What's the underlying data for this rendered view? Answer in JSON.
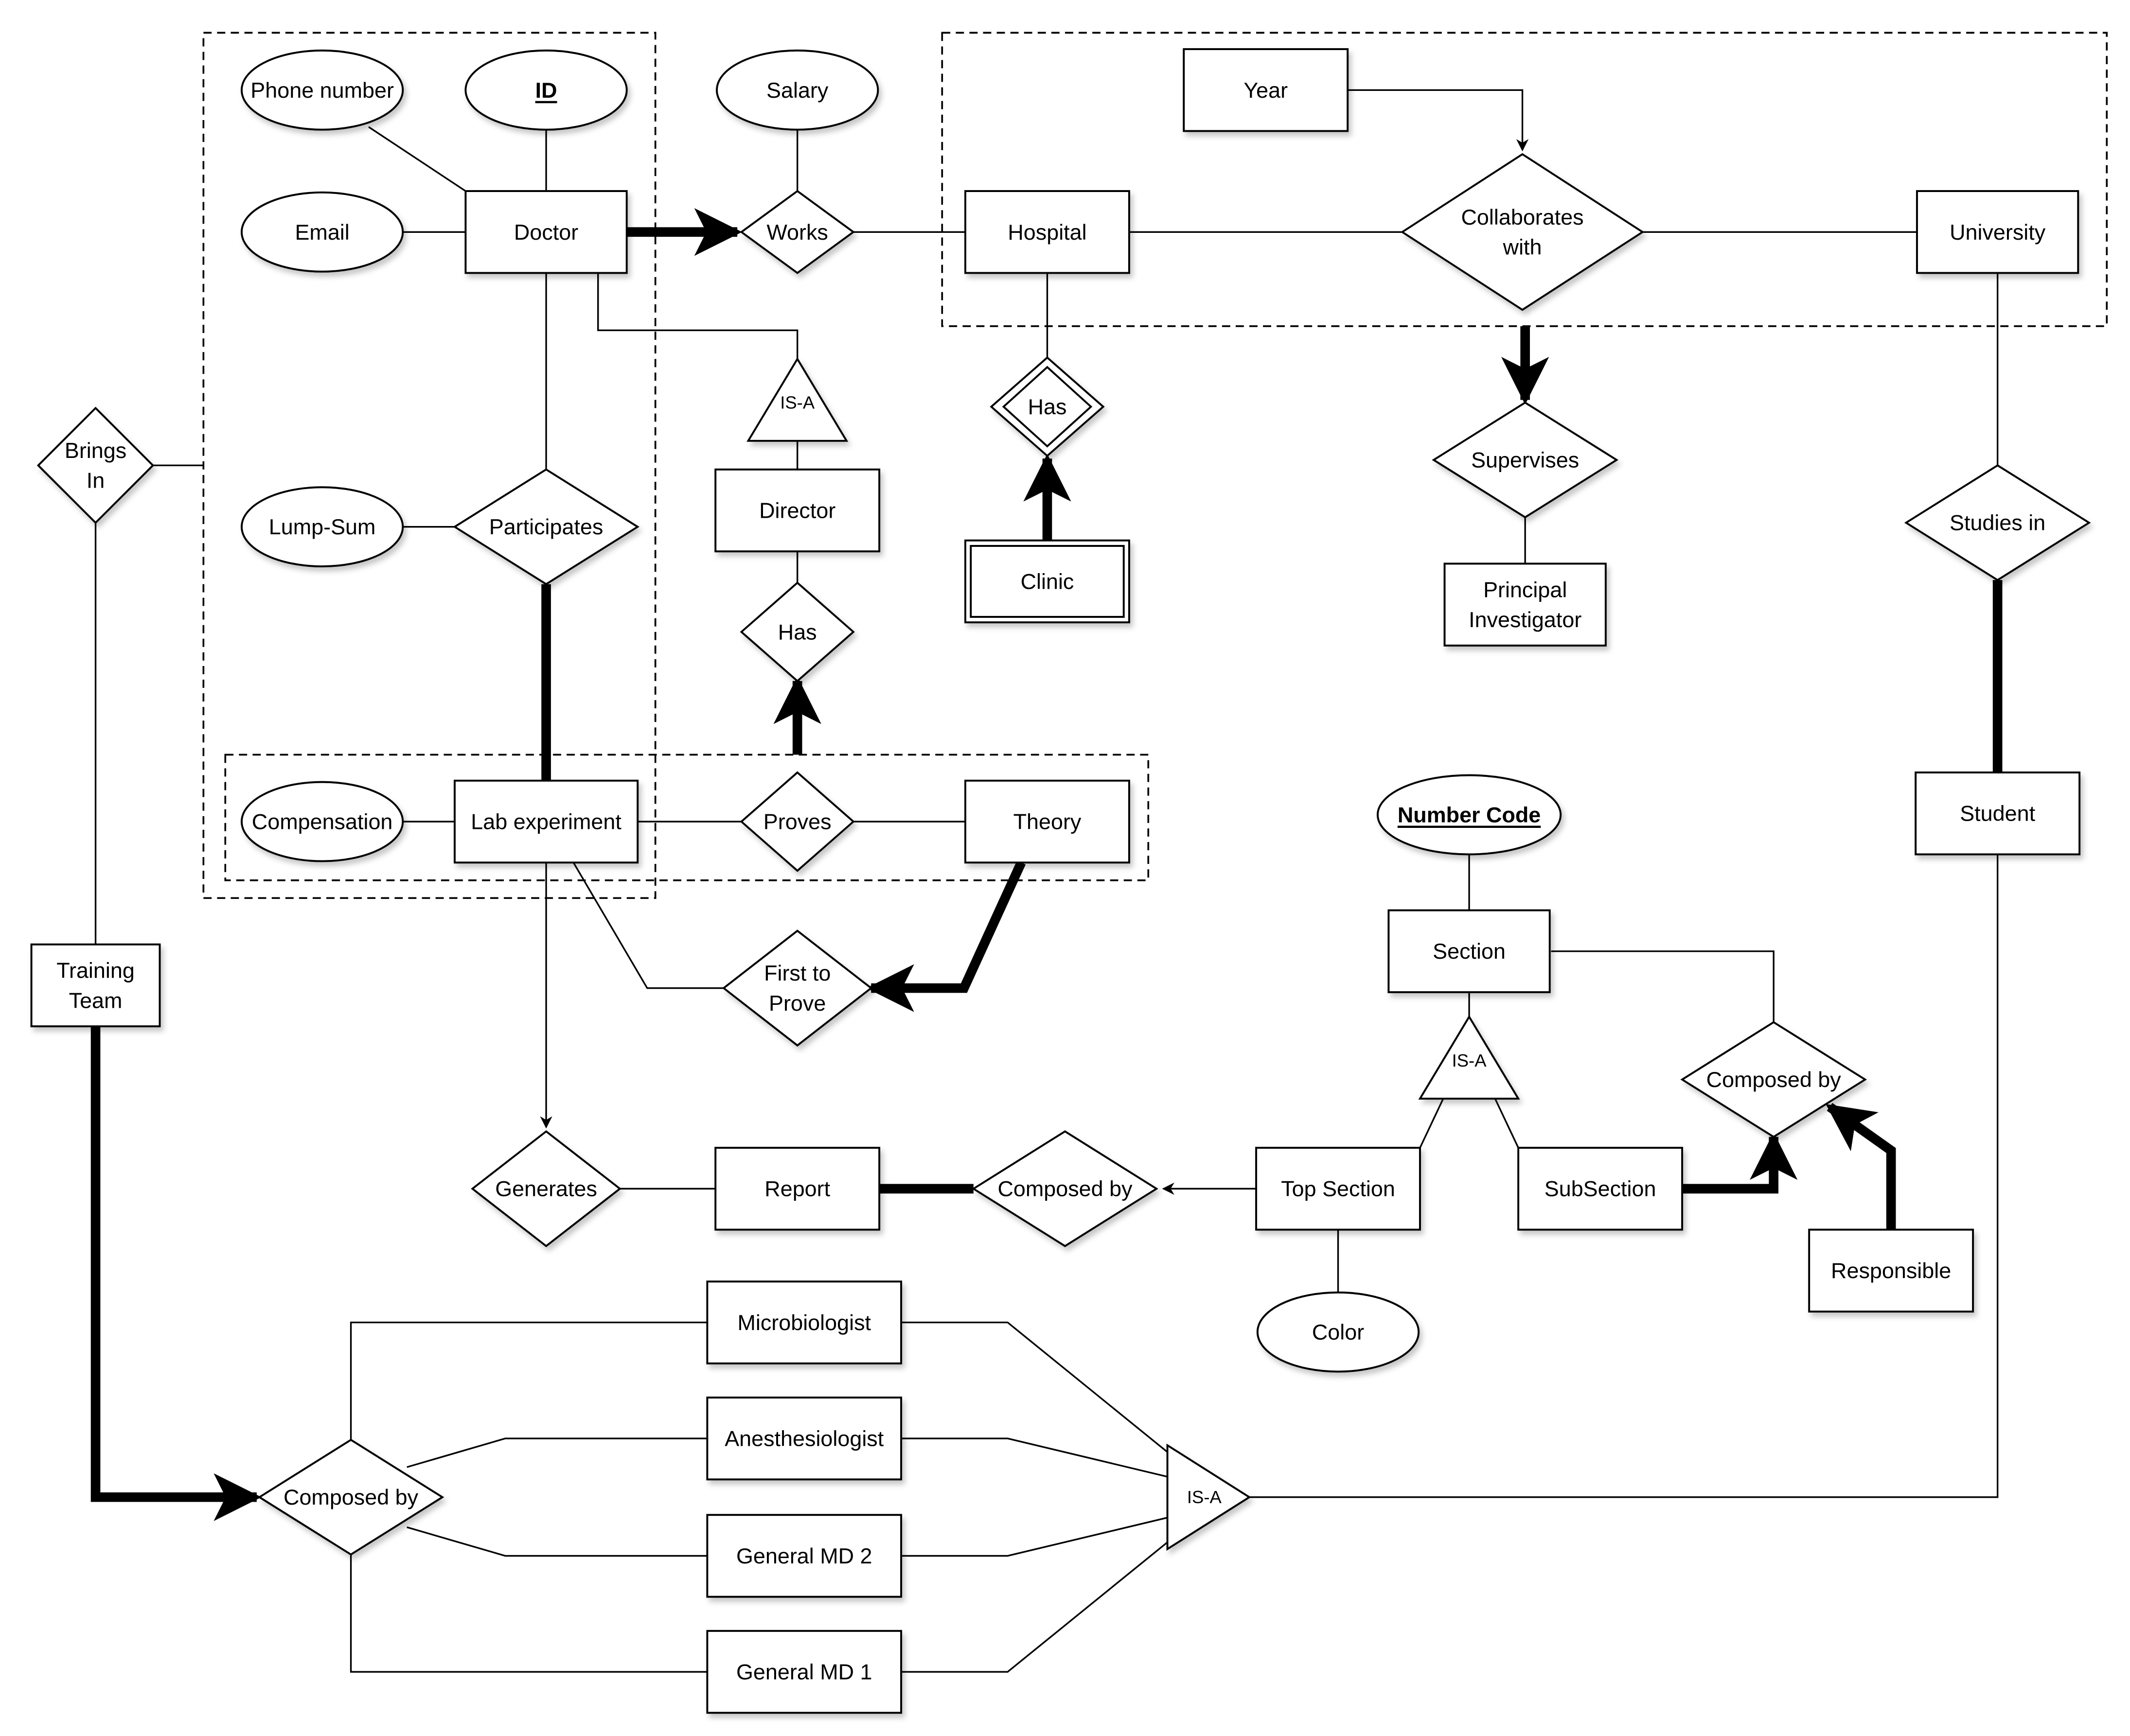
{
  "diagram": {
    "type": "er-diagram",
    "nodes": {
      "phone_number": {
        "kind": "attribute",
        "label": "Phone number"
      },
      "id": {
        "kind": "key-attribute",
        "label": "ID"
      },
      "email": {
        "kind": "attribute",
        "label": "Email"
      },
      "doctor": {
        "kind": "entity",
        "label": "Doctor"
      },
      "salary": {
        "kind": "attribute",
        "label": "Salary"
      },
      "works": {
        "kind": "relationship",
        "label": "Works"
      },
      "hospital": {
        "kind": "entity",
        "label": "Hospital"
      },
      "year": {
        "kind": "entity",
        "label": "Year"
      },
      "collaborates_with": {
        "kind": "relationship",
        "label": [
          "Collaborates",
          "with"
        ]
      },
      "university": {
        "kind": "entity",
        "label": "University"
      },
      "isa_director": {
        "kind": "isa",
        "label": "IS-A"
      },
      "director": {
        "kind": "entity",
        "label": "Director"
      },
      "has_director": {
        "kind": "relationship",
        "label": "Has"
      },
      "has_clinic": {
        "kind": "identifying-relationship",
        "label": "Has"
      },
      "clinic": {
        "kind": "weak-entity",
        "label": "Clinic"
      },
      "supervises": {
        "kind": "relationship",
        "label": "Supervises"
      },
      "principal_investigator": {
        "kind": "entity",
        "label": [
          "Principal",
          "Investigator"
        ]
      },
      "studies_in": {
        "kind": "relationship",
        "label": "Studies in"
      },
      "brings_in": {
        "kind": "relationship",
        "label": [
          "Brings",
          "In"
        ]
      },
      "lump_sum": {
        "kind": "attribute",
        "label": "Lump-Sum"
      },
      "participates": {
        "kind": "relationship",
        "label": "Participates"
      },
      "compensation": {
        "kind": "attribute",
        "label": "Compensation"
      },
      "lab_experiment": {
        "kind": "entity",
        "label": "Lab experiment"
      },
      "proves": {
        "kind": "relationship",
        "label": "Proves"
      },
      "theory": {
        "kind": "entity",
        "label": "Theory"
      },
      "student": {
        "kind": "entity",
        "label": "Student"
      },
      "number_code": {
        "kind": "key-attribute",
        "label": "Number Code"
      },
      "section": {
        "kind": "entity",
        "label": "Section"
      },
      "training_team": {
        "kind": "entity",
        "label": [
          "Training",
          "Team"
        ]
      },
      "first_to_prove": {
        "kind": "relationship",
        "label": [
          "First to",
          "Prove"
        ]
      },
      "isa_section": {
        "kind": "isa",
        "label": "IS-A"
      },
      "composed_by_section": {
        "kind": "relationship",
        "label": "Composed by"
      },
      "generates": {
        "kind": "relationship",
        "label": "Generates"
      },
      "report": {
        "kind": "entity",
        "label": "Report"
      },
      "composed_by_report": {
        "kind": "relationship",
        "label": "Composed by"
      },
      "top_section": {
        "kind": "entity",
        "label": "Top Section"
      },
      "subsection": {
        "kind": "entity",
        "label": "SubSection"
      },
      "responsible": {
        "kind": "entity",
        "label": "Responsible"
      },
      "color": {
        "kind": "attribute",
        "label": "Color"
      },
      "microbiologist": {
        "kind": "entity",
        "label": "Microbiologist"
      },
      "anesthesiologist": {
        "kind": "entity",
        "label": "Anesthesiologist"
      },
      "general_md_2": {
        "kind": "entity",
        "label": "General MD 2"
      },
      "general_md_1": {
        "kind": "entity",
        "label": "General MD 1"
      },
      "composed_by_team": {
        "kind": "relationship",
        "label": "Composed by"
      },
      "isa_staff": {
        "kind": "isa",
        "label": "IS-A"
      }
    },
    "groups": [
      {
        "name": "doctor-aggregation",
        "members": [
          "phone_number",
          "id",
          "email",
          "doctor",
          "lump_sum",
          "participates",
          "lab_experiment"
        ]
      },
      {
        "name": "hospital-university-aggregation",
        "members": [
          "year",
          "hospital",
          "collaborates_with",
          "university"
        ]
      },
      {
        "name": "lab-theory-aggregation",
        "members": [
          "compensation",
          "lab_experiment",
          "proves",
          "theory"
        ]
      }
    ],
    "edges": [
      {
        "from": "phone_number",
        "to": "doctor",
        "style": "line"
      },
      {
        "from": "id",
        "to": "doctor",
        "style": "line"
      },
      {
        "from": "email",
        "to": "doctor",
        "style": "line"
      },
      {
        "from": "doctor",
        "to": "works",
        "style": "bold-arrow"
      },
      {
        "from": "salary",
        "to": "works",
        "style": "line"
      },
      {
        "from": "works",
        "to": "hospital",
        "style": "line"
      },
      {
        "from": "hospital",
        "to": "collaborates_with",
        "style": "line"
      },
      {
        "from": "year",
        "to": "collaborates_with",
        "style": "arrow"
      },
      {
        "from": "collaborates_with",
        "to": "university",
        "style": "line"
      },
      {
        "from": "doctor",
        "to": "isa_director",
        "style": "line"
      },
      {
        "from": "isa_director",
        "to": "director",
        "style": "line"
      },
      {
        "from": "director",
        "to": "has_director",
        "style": "line"
      },
      {
        "from": "hospital",
        "to": "has_clinic",
        "style": "line"
      },
      {
        "from": "clinic",
        "to": "has_clinic",
        "style": "bold-arrow"
      },
      {
        "from": "hospital-university-aggregation",
        "to": "supervises",
        "style": "bold-arrow"
      },
      {
        "from": "supervises",
        "to": "principal_investigator",
        "style": "line"
      },
      {
        "from": "university",
        "to": "studies_in",
        "style": "line"
      },
      {
        "from": "studies_in",
        "to": "student",
        "style": "bold"
      },
      {
        "from": "doctor",
        "to": "participates",
        "style": "line"
      },
      {
        "from": "lump_sum",
        "to": "participates",
        "style": "line"
      },
      {
        "from": "participates",
        "to": "lab_experiment",
        "style": "bold"
      },
      {
        "from": "compensation",
        "to": "lab_experiment",
        "style": "line"
      },
      {
        "from": "lab_experiment",
        "to": "proves",
        "style": "line"
      },
      {
        "from": "proves",
        "to": "theory",
        "style": "line"
      },
      {
        "from": "lab-theory-aggregation",
        "to": "has_director",
        "style": "bold-arrow"
      },
      {
        "from": "doctor-aggregation",
        "to": "brings_in",
        "style": "line"
      },
      {
        "from": "brings_in",
        "to": "training_team",
        "style": "line"
      },
      {
        "from": "lab_experiment",
        "to": "first_to_prove",
        "style": "line"
      },
      {
        "from": "theory",
        "to": "first_to_prove",
        "style": "bold-arrow"
      },
      {
        "from": "lab_experiment",
        "to": "generates",
        "style": "arrow"
      },
      {
        "from": "generates",
        "to": "report",
        "style": "line"
      },
      {
        "from": "report",
        "to": "composed_by_report",
        "style": "bold"
      },
      {
        "from": "top_section",
        "to": "composed_by_report",
        "style": "arrow"
      },
      {
        "from": "number_code",
        "to": "section",
        "style": "line"
      },
      {
        "from": "section",
        "to": "isa_section",
        "style": "line"
      },
      {
        "from": "isa_section",
        "to": "top_section",
        "style": "line"
      },
      {
        "from": "isa_section",
        "to": "subsection",
        "style": "line"
      },
      {
        "from": "section",
        "to": "composed_by_section",
        "style": "line"
      },
      {
        "from": "subsection",
        "to": "composed_by_section",
        "style": "bold-arrow"
      },
      {
        "from": "responsible",
        "to": "composed_by_section",
        "style": "bold-arrow"
      },
      {
        "from": "top_section",
        "to": "color",
        "style": "line"
      },
      {
        "from": "training_team",
        "to": "composed_by_team",
        "style": "bold-arrow"
      },
      {
        "from": "composed_by_team",
        "to": "microbiologist",
        "style": "line"
      },
      {
        "from": "composed_by_team",
        "to": "anesthesiologist",
        "style": "line"
      },
      {
        "from": "composed_by_team",
        "to": "general_md_2",
        "style": "line"
      },
      {
        "from": "composed_by_team",
        "to": "general_md_1",
        "style": "line"
      },
      {
        "from": "microbiologist",
        "to": "isa_staff",
        "style": "line"
      },
      {
        "from": "anesthesiologist",
        "to": "isa_staff",
        "style": "line"
      },
      {
        "from": "general_md_2",
        "to": "isa_staff",
        "style": "line"
      },
      {
        "from": "general_md_1",
        "to": "isa_staff",
        "style": "line"
      },
      {
        "from": "isa_staff",
        "to": "student",
        "style": "line"
      }
    ]
  }
}
